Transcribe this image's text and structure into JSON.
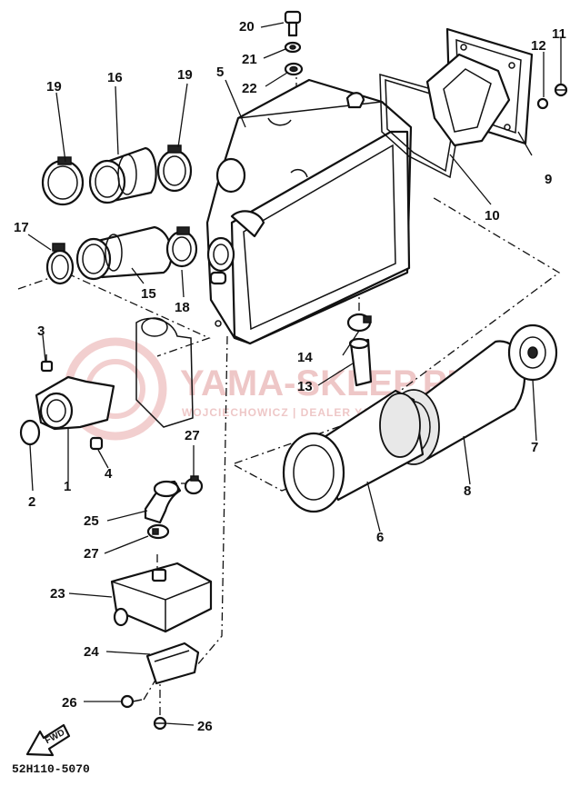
{
  "diagram_code": "52H110-5070",
  "fwd_label": "FWD",
  "watermark": {
    "brand": "YAMA-SKLEP.PL",
    "subline": "WOJCIECHOWICZ | DEALER YAMAHA"
  },
  "callouts": [
    "1",
    "2",
    "3",
    "4",
    "5",
    "6",
    "7",
    "8",
    "9",
    "10",
    "11",
    "12",
    "13",
    "14",
    "15",
    "16",
    "17",
    "18",
    "19",
    "19",
    "20",
    "21",
    "22",
    "23",
    "24",
    "25",
    "26",
    "26",
    "27",
    "27"
  ]
}
